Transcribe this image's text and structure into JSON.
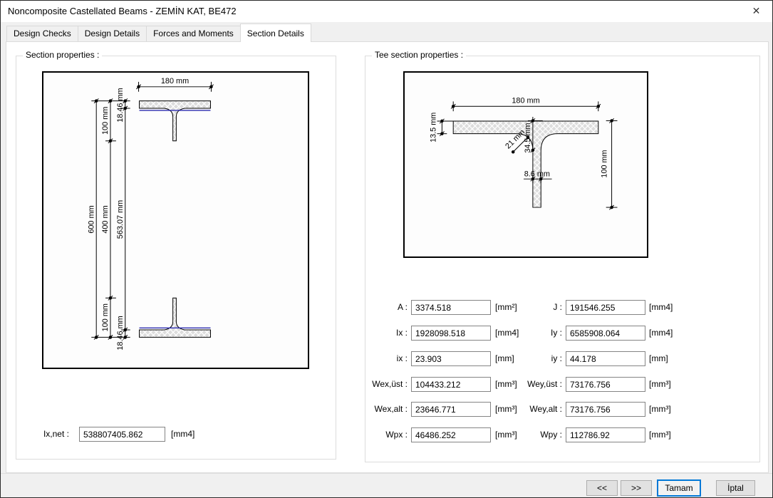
{
  "window": {
    "title": "Noncomposite Castellated Beams - ZEMİN KAT, BE472",
    "close_glyph": "✕"
  },
  "tabs": [
    "Design Checks",
    "Design Details",
    "Forces and Moments",
    "Section Details"
  ],
  "active_tab": "Section Details",
  "left_group": {
    "title": "Section properties :",
    "diagram": {
      "flange_width": "180 mm",
      "flange_thickness_top": "18.46 mm",
      "tee_height_top": "100 mm",
      "total_height": "600 mm",
      "opening_height": "400 mm",
      "inner_height": "563.07 mm",
      "tee_height_bottom": "100 mm",
      "flange_thickness_bottom": "18.46 mm"
    },
    "field": {
      "label": "Ix,net :",
      "value": "538807405.862",
      "unit": "[mm4]"
    }
  },
  "right_group": {
    "title": "Tee section properties :",
    "diagram": {
      "flange_width": "180 mm",
      "flange_thickness": "13.5 mm",
      "fillet_radius": "21 mm",
      "flange_plus_fillet": "34.5 mm",
      "web_thickness": "8.6 mm",
      "height": "100 mm"
    },
    "rows": [
      {
        "l_label": "A :",
        "l_value": "3374.518",
        "l_unit": "[mm²]",
        "r_label": "J :",
        "r_value": "191546.255",
        "r_unit": "[mm4]"
      },
      {
        "l_label": "Ix :",
        "l_value": "1928098.518",
        "l_unit": "[mm4]",
        "r_label": "Iy :",
        "r_value": "6585908.064",
        "r_unit": "[mm4]"
      },
      {
        "l_label": "ix :",
        "l_value": "23.903",
        "l_unit": "[mm]",
        "r_label": "iy :",
        "r_value": "44.178",
        "r_unit": "[mm]"
      },
      {
        "l_label": "Wex,üst :",
        "l_value": "104433.212",
        "l_unit": "[mm³]",
        "r_label": "Wey,üst :",
        "r_value": "73176.756",
        "r_unit": "[mm³]"
      },
      {
        "l_label": "Wex,alt :",
        "l_value": "23646.771",
        "l_unit": "[mm³]",
        "r_label": "Wey,alt :",
        "r_value": "73176.756",
        "r_unit": "[mm³]"
      },
      {
        "l_label": "Wpx :",
        "l_value": "46486.252",
        "l_unit": "[mm³]",
        "r_label": "Wpy :",
        "r_value": "112786.92",
        "r_unit": "[mm³]"
      }
    ]
  },
  "footer": {
    "prev": "<<",
    "next": ">>",
    "ok": "Tamam",
    "cancel": "İptal"
  }
}
